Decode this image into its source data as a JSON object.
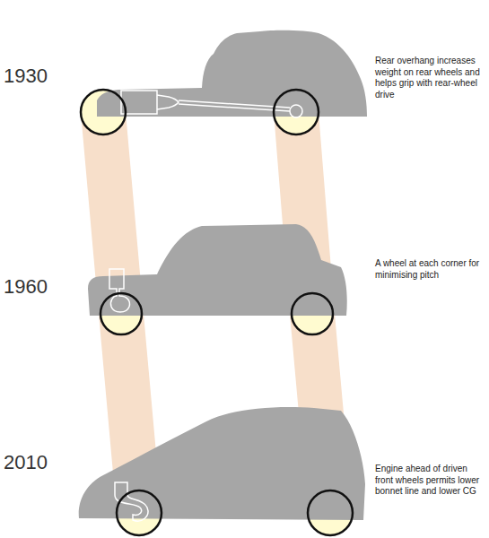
{
  "diagram": {
    "labels": [
      "1930",
      "Rear overhang increases weight on rear wheels and helps grip with rear-wheel drive",
      "1960",
      "A wheel at each corner for minimising pitch",
      "2010",
      "Engine ahead of driven front wheels permits lower bonnet line and lower CG"
    ]
  }
}
